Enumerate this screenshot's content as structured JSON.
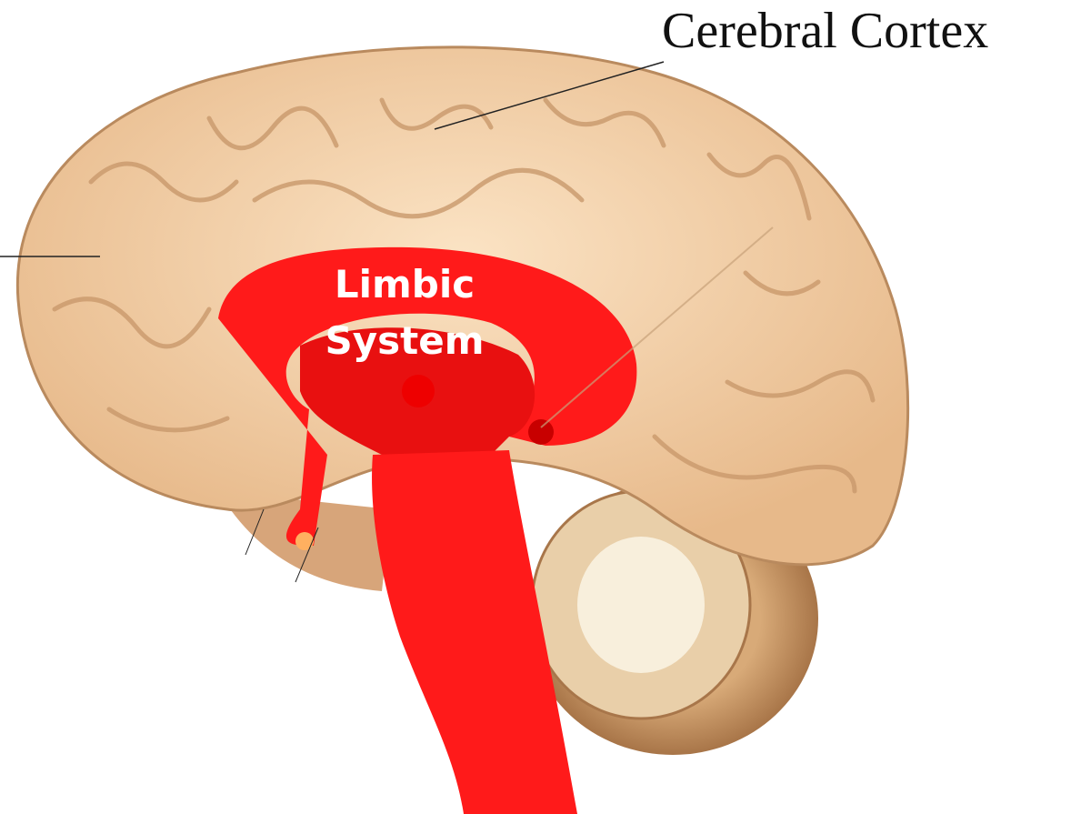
{
  "labels": {
    "cerebral_cortex": "Cerebral Cortex",
    "limbic_line1": "Limbic",
    "limbic_line2": "System"
  },
  "colors": {
    "cortex": "#f2cfa6",
    "cortex_shadow": "#d9a878",
    "limbic": "#ff1a1a",
    "cerebellum_outer": "#c99a6a",
    "cerebellum_inner": "#f6ecd6"
  }
}
